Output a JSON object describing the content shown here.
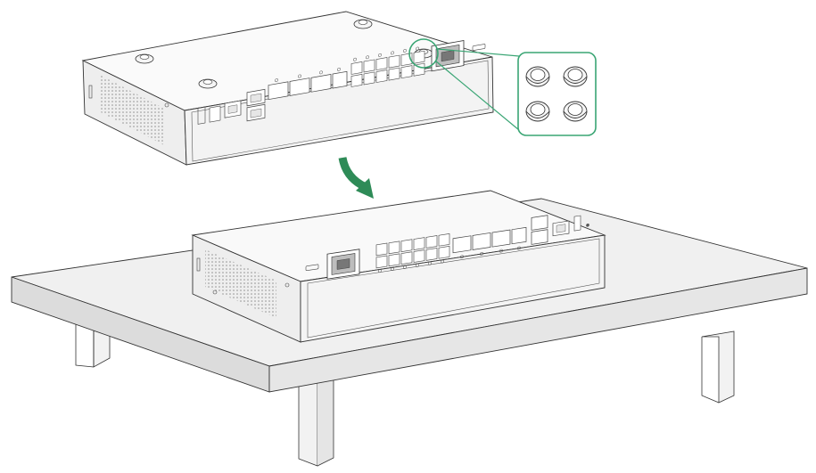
{
  "figure": {
    "callout": {
      "feet": [
        {
          "id": "foot-1"
        },
        {
          "id": "foot-2"
        },
        {
          "id": "foot-3"
        },
        {
          "id": "foot-4"
        }
      ]
    },
    "arrow_color": "#2e8b57",
    "callout_color": "#3aa574",
    "table_top_color": "#f0f0f0",
    "table_front_color": "#dcdcdc",
    "device_body_color": "#f7f7f7"
  }
}
